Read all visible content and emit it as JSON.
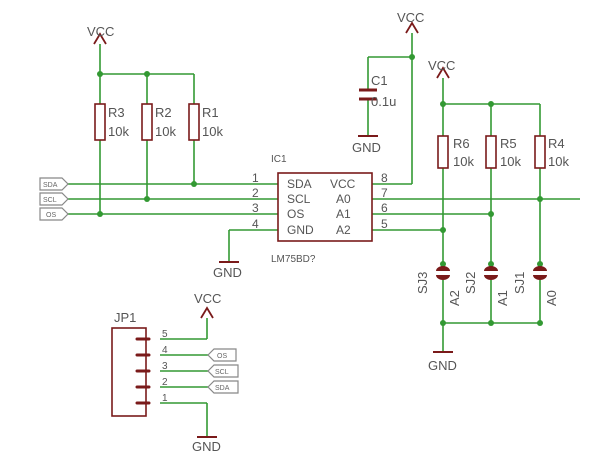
{
  "colors": {
    "wire": "#339933",
    "part": "#7a1a1a",
    "text": "#555555",
    "outline": "#888888"
  },
  "power": {
    "vcc_label": "VCC",
    "gnd_label": "GND"
  },
  "resistors": [
    {
      "ref": "R3",
      "value": "10k"
    },
    {
      "ref": "R2",
      "value": "10k"
    },
    {
      "ref": "R1",
      "value": "10k"
    },
    {
      "ref": "R6",
      "value": "10k"
    },
    {
      "ref": "R5",
      "value": "10k"
    },
    {
      "ref": "R4",
      "value": "10k"
    }
  ],
  "capacitor": {
    "ref": "C1",
    "value": "0.1u"
  },
  "ic": {
    "ref": "IC1",
    "part": "LM75BD?",
    "left_pins": [
      {
        "num": "1",
        "name": "SDA"
      },
      {
        "num": "2",
        "name": "SCL"
      },
      {
        "num": "3",
        "name": "OS"
      },
      {
        "num": "4",
        "name": "GND"
      }
    ],
    "right_pins": [
      {
        "num": "8",
        "name": "VCC"
      },
      {
        "num": "7",
        "name": "A0"
      },
      {
        "num": "6",
        "name": "A1"
      },
      {
        "num": "5",
        "name": "A2"
      }
    ]
  },
  "net_labels": [
    "SDA",
    "SCL",
    "OS"
  ],
  "jumpers": [
    {
      "ref": "SJ3",
      "net": "A2"
    },
    {
      "ref": "SJ2",
      "net": "A1"
    },
    {
      "ref": "SJ1",
      "net": "A0"
    }
  ],
  "connector": {
    "ref": "JP1",
    "pins": [
      "5",
      "4",
      "3",
      "2",
      "1"
    ],
    "nets": [
      "OS",
      "SCL",
      "SDA"
    ]
  }
}
